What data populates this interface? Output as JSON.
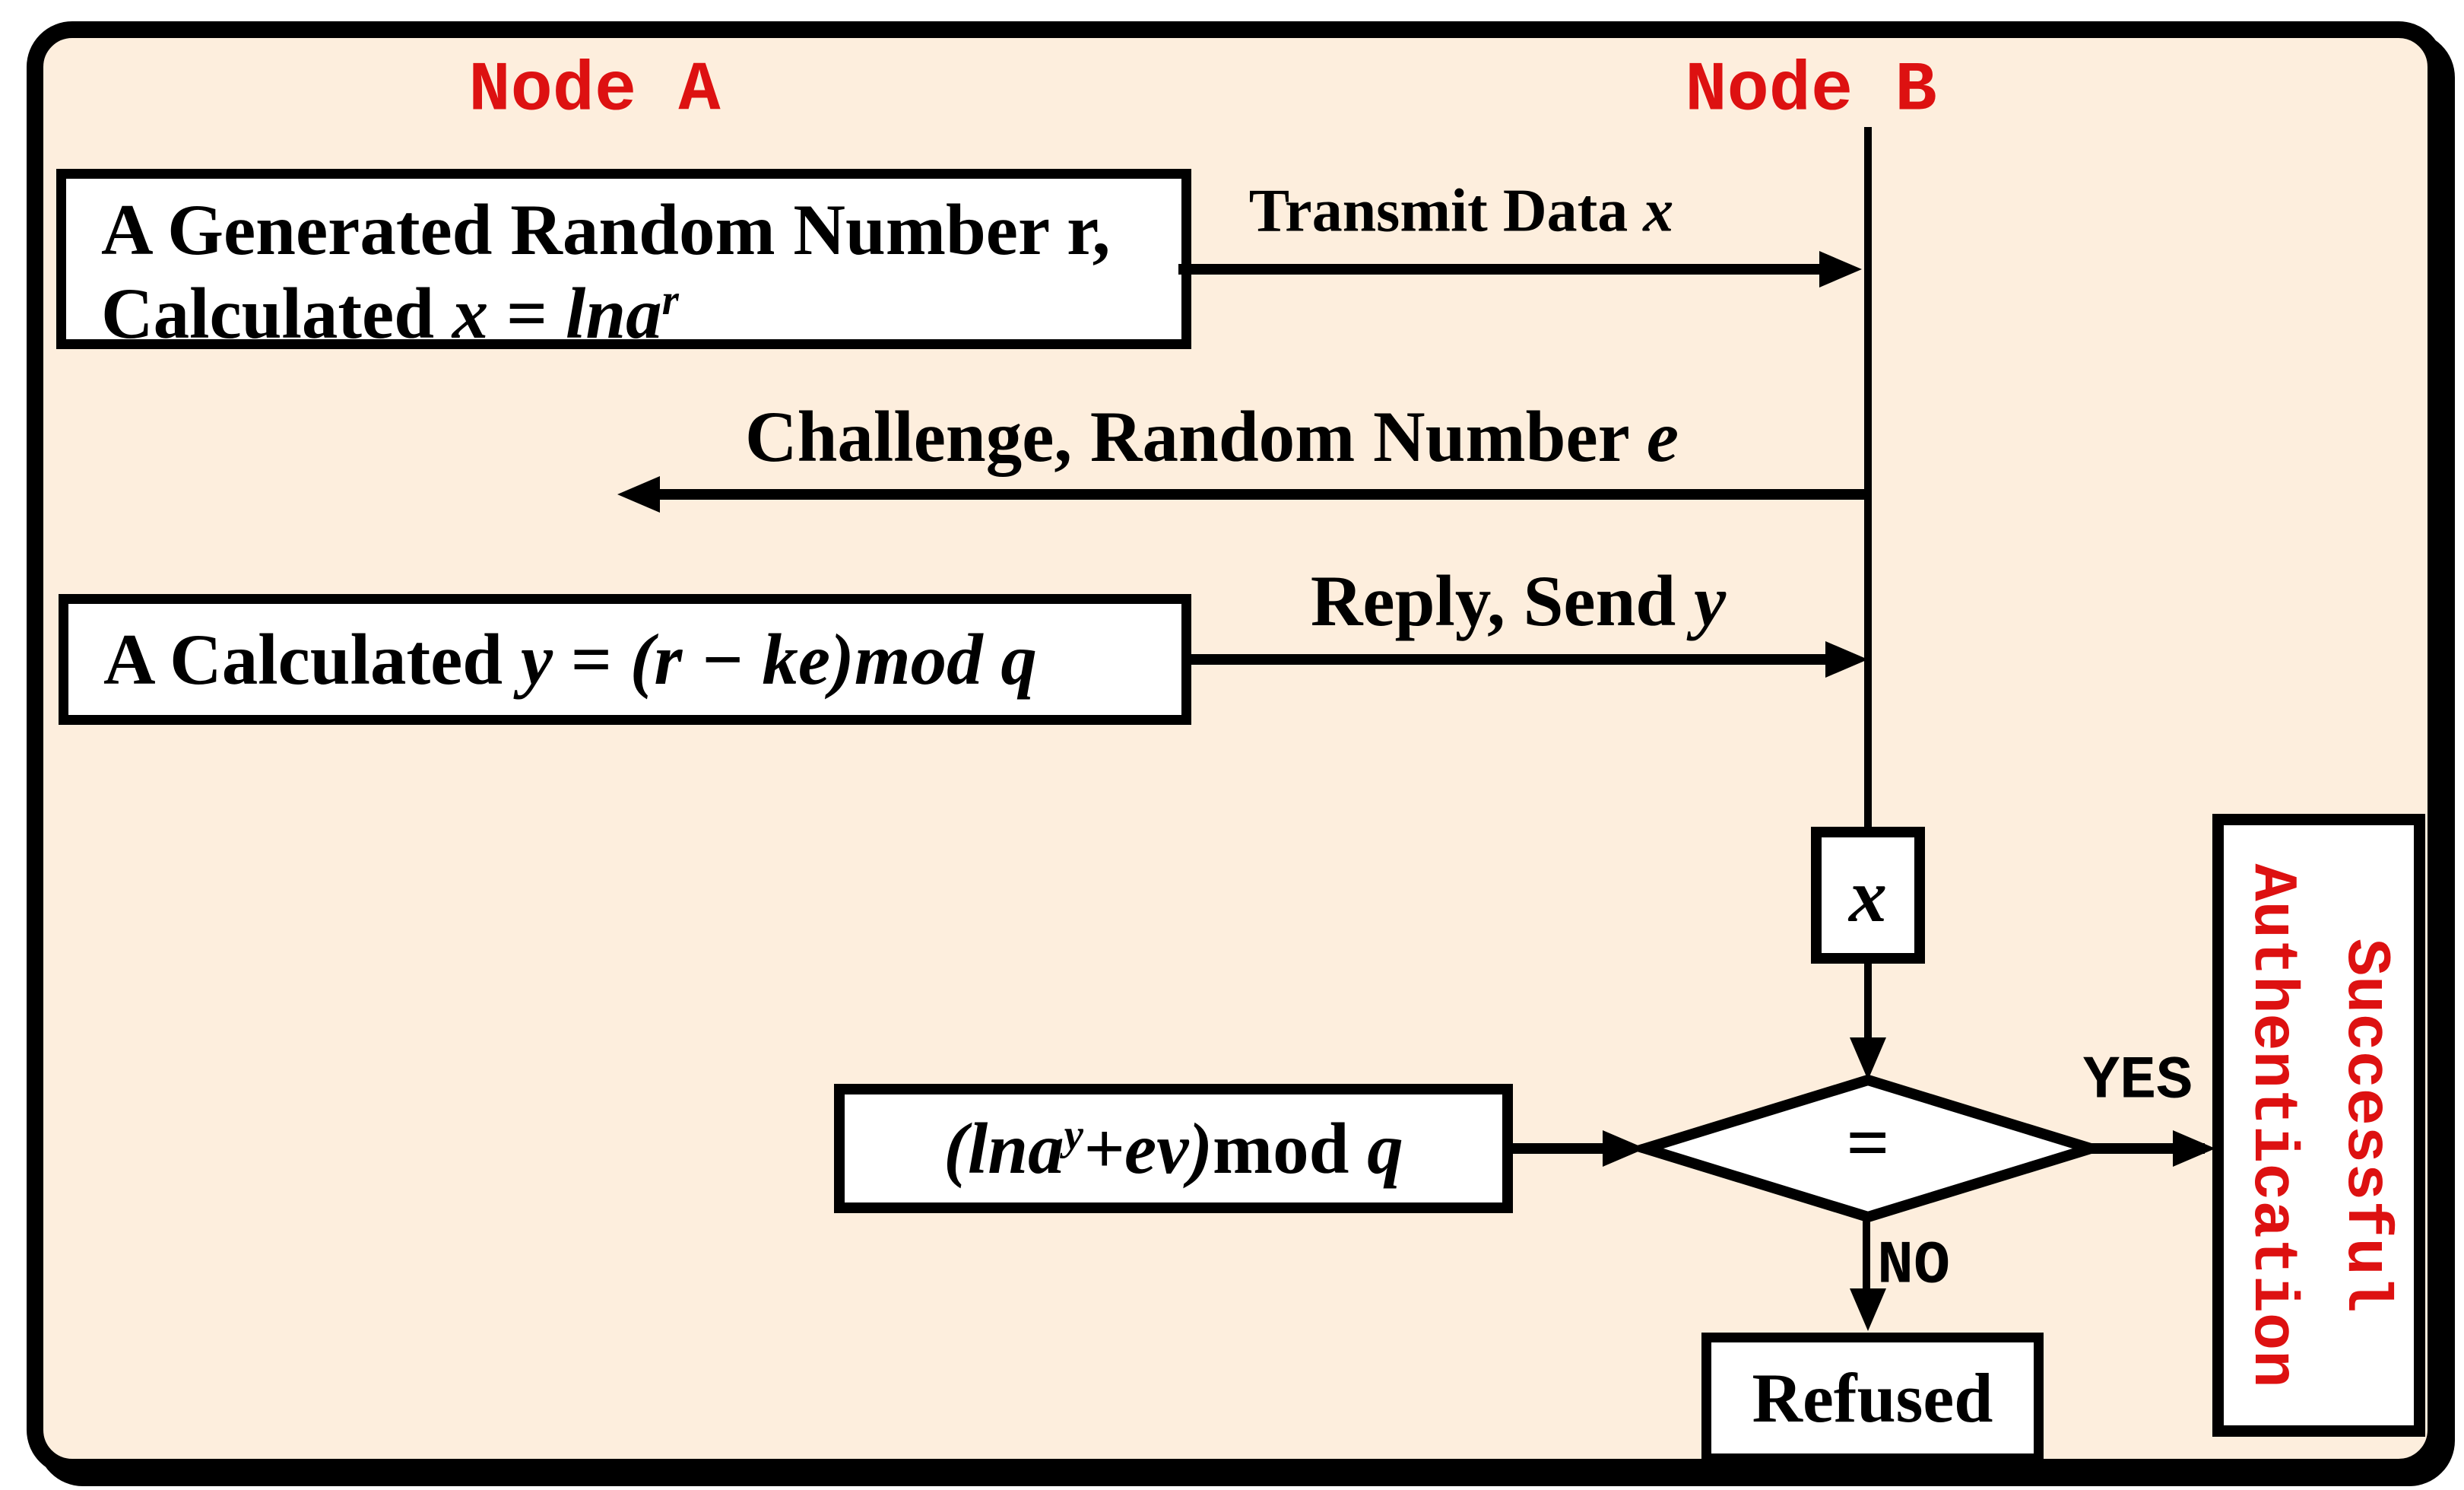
{
  "nodes": {
    "a": "Node A",
    "b": "Node B"
  },
  "box_generate": {
    "line1": "A Generated Random Number r,",
    "line2_prefix": "Calculated ",
    "var": "x",
    "eq": " = ",
    "base": "lna",
    "sup": "r"
  },
  "arrow_transmit": {
    "text": "Transmit Data ",
    "var": "x"
  },
  "arrow_challenge": {
    "text": "Challenge, Random Number ",
    "var": "e"
  },
  "box_calc_y": {
    "prefix": "A Calculated ",
    "var": "y",
    "eq": " = ",
    "expr": "(r − ke)mod q"
  },
  "arrow_reply": {
    "text": "Reply, Send ",
    "var": "y"
  },
  "box_x": {
    "label": "x"
  },
  "box_verify": {
    "open": "(lna",
    "sup": "y",
    "mid": "+ev)",
    "mod": "mod ",
    "q": "q"
  },
  "decision": {
    "symbol": "=",
    "yes": "YES",
    "no": "NO"
  },
  "box_refused": {
    "label": "Refused"
  },
  "box_success": {
    "line1": "Successful",
    "line2": "Authentication"
  },
  "colors": {
    "background": "#fdeedd",
    "accent_red": "#dd1111",
    "line_black": "#000000",
    "box_fill": "#ffffff"
  }
}
